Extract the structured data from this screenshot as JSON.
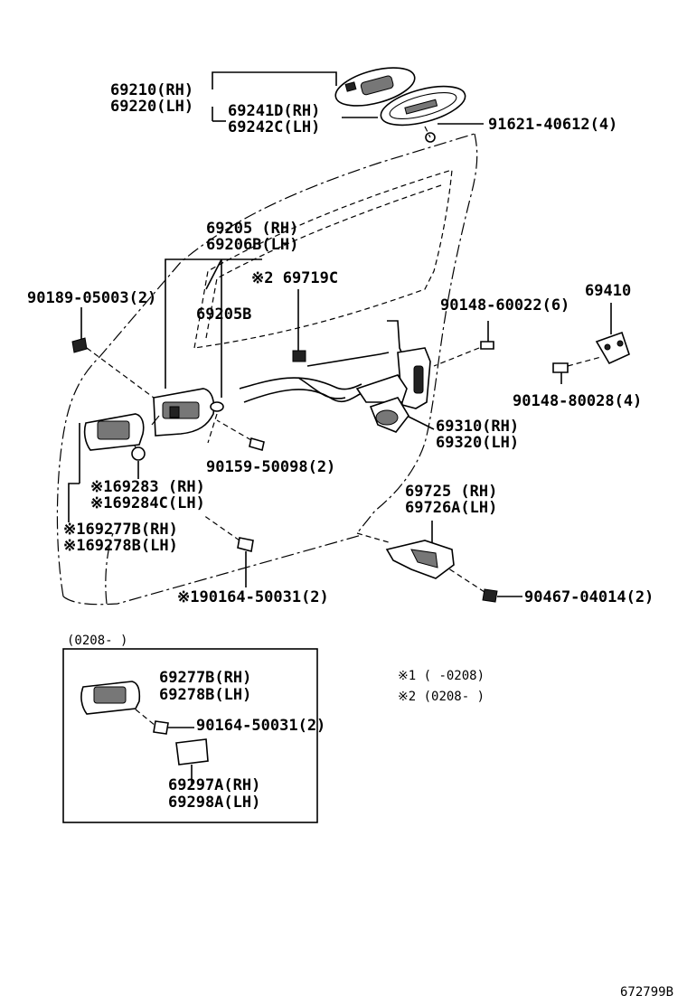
{
  "labels": {
    "p69210": "69210(RH)",
    "p69220": "69220(LH)",
    "p69241d": "69241D(RH)",
    "p69242c": "69242C(LH)",
    "p91621": "91621-40612(4)",
    "p69205": "69205  (RH)",
    "p69206b": "69206B(LH)",
    "p69719c": "※2 69719C",
    "p90189": "90189-05003(2)",
    "p69205b": "69205B",
    "p90148_60022": "90148-60022(6)",
    "p69410": "69410",
    "p90148_80028": "90148-80028(4)",
    "p69310": "69310(RH)",
    "p69320": "69320(LH)",
    "p90159": "90159-50098(2)",
    "p69283": "※169283  (RH)",
    "p69284c": "※169284C(LH)",
    "p69277b": "※169277B(RH)",
    "p69278b": "※169278B(LH)",
    "p69725": "69725  (RH)",
    "p69726a": "69726A(LH)",
    "p90164": "※190164-50031(2)",
    "p90467": "90467-04014(2)",
    "inset_range": "(0208-   )",
    "inset_69277b": "69277B(RH)",
    "inset_69278b": "69278B(LH)",
    "inset_90164": "90164-50031(2)",
    "inset_69297a": "69297A(RH)",
    "inset_69298a": "69298A(LH)",
    "note1": "※1  (     -0208)",
    "note2": "※2  (0208-      )",
    "figure_id": "672799B"
  }
}
